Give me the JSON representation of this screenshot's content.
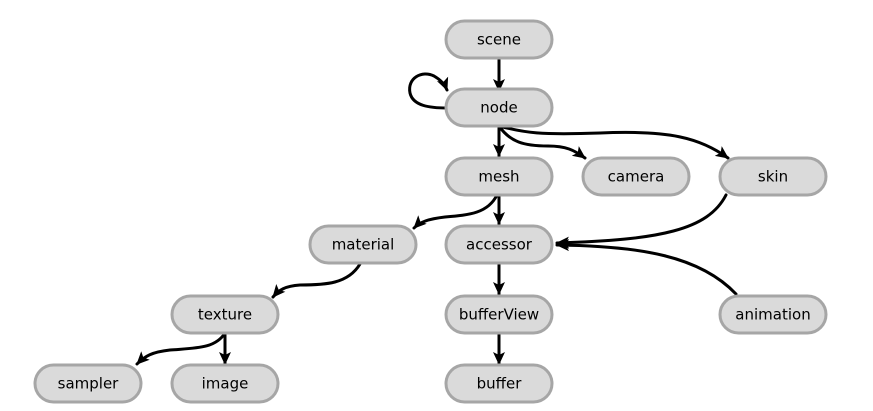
{
  "diagram": {
    "colors": {
      "node_fill": "#dadada",
      "node_border": "#a6a6a6",
      "edge": "#000000",
      "text": "#000000",
      "background": "#ffffff"
    },
    "nodes": [
      {
        "id": "scene",
        "label": "scene"
      },
      {
        "id": "node",
        "label": "node"
      },
      {
        "id": "mesh",
        "label": "mesh"
      },
      {
        "id": "camera",
        "label": "camera"
      },
      {
        "id": "skin",
        "label": "skin"
      },
      {
        "id": "material",
        "label": "material"
      },
      {
        "id": "accessor",
        "label": "accessor"
      },
      {
        "id": "texture",
        "label": "texture"
      },
      {
        "id": "bufferView",
        "label": "bufferView"
      },
      {
        "id": "animation",
        "label": "animation"
      },
      {
        "id": "sampler",
        "label": "sampler"
      },
      {
        "id": "image",
        "label": "image"
      },
      {
        "id": "buffer",
        "label": "buffer"
      }
    ],
    "edges": [
      {
        "from": "scene",
        "to": "node"
      },
      {
        "from": "node",
        "to": "node"
      },
      {
        "from": "node",
        "to": "mesh"
      },
      {
        "from": "node",
        "to": "camera"
      },
      {
        "from": "node",
        "to": "skin"
      },
      {
        "from": "mesh",
        "to": "material"
      },
      {
        "from": "mesh",
        "to": "accessor"
      },
      {
        "from": "skin",
        "to": "accessor"
      },
      {
        "from": "animation",
        "to": "accessor"
      },
      {
        "from": "material",
        "to": "texture"
      },
      {
        "from": "texture",
        "to": "sampler"
      },
      {
        "from": "texture",
        "to": "image"
      },
      {
        "from": "accessor",
        "to": "bufferView"
      },
      {
        "from": "bufferView",
        "to": "buffer"
      }
    ]
  }
}
